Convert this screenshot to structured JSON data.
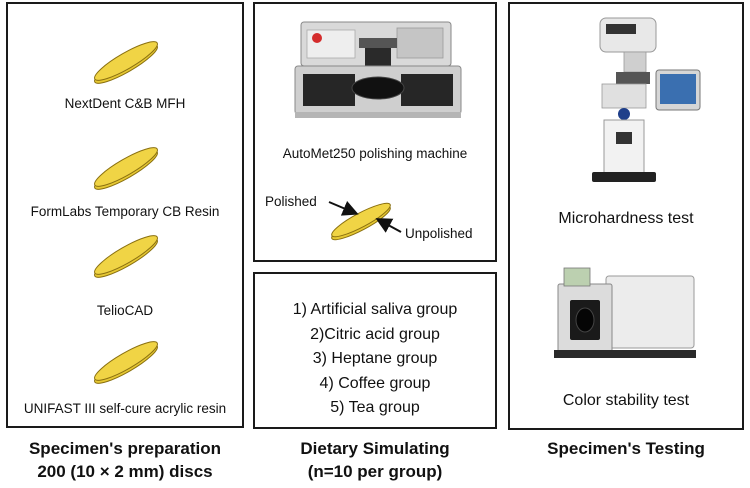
{
  "specimens": [
    "NextDent C&B MFH",
    "FormLabs Temporary CB Resin",
    "TelioCAD",
    "UNIFAST III self-cure acrylic resin"
  ],
  "polishing": {
    "machine_label": "AutoMet250 polishing machine",
    "polished_label": "Polished",
    "unpolished_label": "Unpolished"
  },
  "groups": [
    "1) Artificial saliva group",
    "2)Citric acid group",
    "3) Heptane group",
    "4) Coffee group",
    "5) Tea group"
  ],
  "testing": {
    "microhardness_label": "Microhardness test",
    "color_label": "Color stability test"
  },
  "captions": {
    "left_line1": "Specimen's preparation",
    "left_line2": "200 (10 × 2 mm) discs",
    "middle_line1": "Dietary Simulating",
    "middle_line2": "(n=10 per group)",
    "right_line1": "Specimen's Testing"
  },
  "colors": {
    "disc_fill": "#e6c833",
    "disc_edge": "#a88a12",
    "border": "#1a1a1a"
  }
}
